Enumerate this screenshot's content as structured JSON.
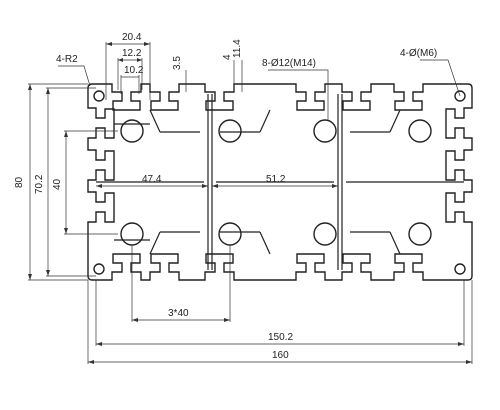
{
  "drawing": {
    "labels": {
      "top_width": "20.4",
      "slot_outer": "12.2",
      "slot_inner": "10.2",
      "lip": "3.5",
      "wall": "4",
      "slot_depth": "11.4",
      "holes_mid": "8-Ø12(M14)",
      "holes_corner": "4-Ø(M6)",
      "corner_radius": "4-R2",
      "height_total": "80",
      "height_inner": "70.2",
      "height_center": "40",
      "pitch_left": "47.4",
      "pitch_mid": "51.2",
      "slot_pitch": "3*40",
      "width_inner": "150.2",
      "width_total": "160"
    }
  }
}
